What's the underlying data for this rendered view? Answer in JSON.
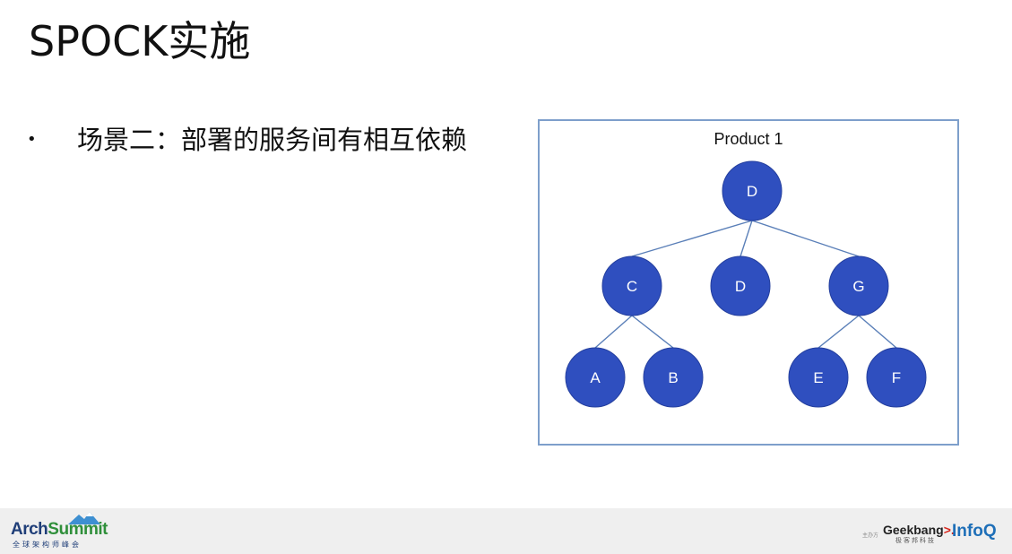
{
  "slide": {
    "title": "SPOCK实施",
    "bullet_marker": "•",
    "bullet_text": "场景二：部署的服务间有相互依赖"
  },
  "diagram": {
    "label": "Product 1",
    "node_color": "#2f4fbf",
    "edge_color": "#5a7fb8",
    "nodes": {
      "root": "D",
      "mid_left": "C",
      "mid_center": "D",
      "mid_right": "G",
      "leaf_a": "A",
      "leaf_b": "B",
      "leaf_e": "E",
      "leaf_f": "F"
    }
  },
  "footer": {
    "arch_logo_main_a": "Arch",
    "arch_logo_main_b": "Summit",
    "arch_logo_sub": "全球架构师峰会",
    "sponsor_label": "主办方",
    "geek_logo_main": "Geekbang",
    "geek_logo_arrow": ">.",
    "geek_logo_sub": "极客邦科技",
    "infoq_logo": "InfoQ"
  }
}
